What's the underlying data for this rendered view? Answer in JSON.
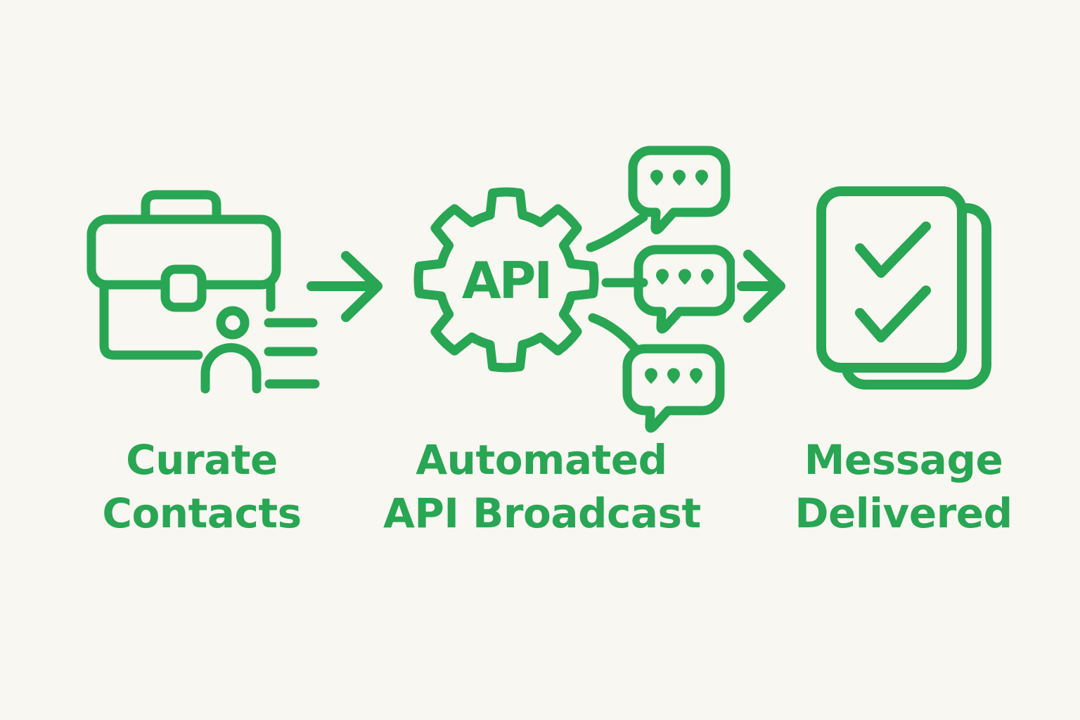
{
  "colors": {
    "accent": "#28a653",
    "background": "#f8f7f2"
  },
  "diagram": {
    "steps": [
      {
        "icon": "briefcase-contacts-icon",
        "label_line1": "Curate",
        "label_line2": "Contacts"
      },
      {
        "icon": "api-gear-broadcast-icon",
        "gear_text": "API",
        "label_line1": "Automated",
        "label_line2": "API Broadcast"
      },
      {
        "icon": "documents-checked-icon",
        "label_line1": "Message",
        "label_line2": "Delivered"
      }
    ],
    "arrows": [
      {
        "icon": "arrow-right-icon"
      },
      {
        "icon": "arrow-right-icon"
      }
    ]
  }
}
